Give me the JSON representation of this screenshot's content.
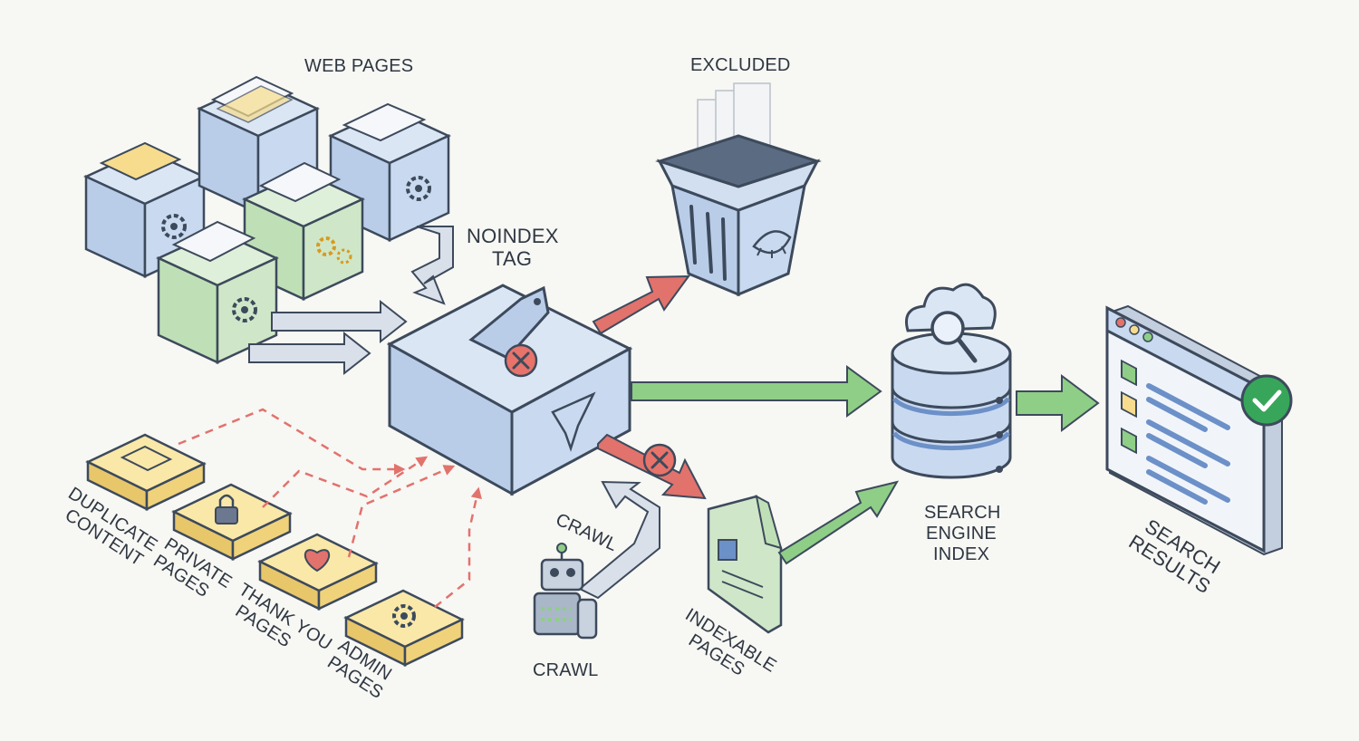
{
  "labels": {
    "web_pages": "WEB PAGES",
    "excluded": "EXCLUDED",
    "noindex_line1": "NOINDEX",
    "noindex_line2": "TAG",
    "crawl_arrow": "CRAWL",
    "crawl_bot": "CRAWL",
    "search_engine_index_line1": "SEARCH",
    "search_engine_index_line2": "ENGINE",
    "search_engine_index_line3": "INDEX",
    "search_results_line1": "SEARCH",
    "search_results_line2": "RESULTS",
    "indexable_line1": "INDEXABLE",
    "indexable_line2": "PAGES",
    "duplicate_line1": "DUPLICATE",
    "duplicate_line2": "CONTENT",
    "private_line1": "PRIVATE",
    "private_line2": "PAGES",
    "thankyou_line1": "THANK YOU",
    "thankyou_line2": "PAGES",
    "admin_line1": "ADMIN",
    "admin_line2": "PAGES"
  },
  "colors": {
    "blue_box": "#c9d9ef",
    "green_box": "#cfe7c8",
    "yellow_box": "#f6dc8c",
    "outline": "#3d4a5c",
    "exclude_arrow": "#e2726c",
    "include_arrow": "#8fce86",
    "crawl_arrow": "#c9d3e0",
    "check": "#37a65a"
  },
  "icons": [
    "document-icon",
    "gear-icon",
    "tag-icon",
    "x-circle-icon",
    "funnel-icon",
    "trash-bin-icon",
    "eye-icon",
    "database-icon",
    "cloud-icon",
    "magnifier-icon",
    "browser-window-icon",
    "checkmark-icon",
    "robot-icon",
    "lock-icon",
    "heart-icon"
  ]
}
